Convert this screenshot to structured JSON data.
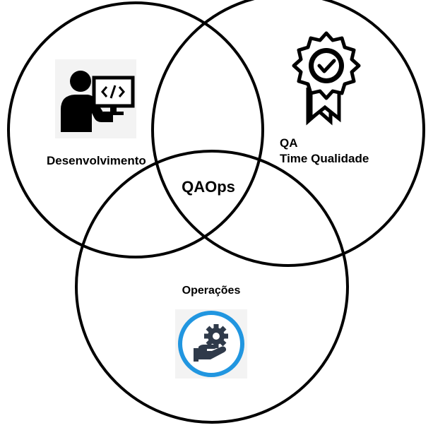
{
  "diagram": {
    "circles": {
      "dev": {
        "label": "Desenvolvimento",
        "icon": "developer-at-computer-icon"
      },
      "qa": {
        "label_line1": "QA",
        "label_line2": "Time Qualidade",
        "icon": "quality-award-badge-icon"
      },
      "ops": {
        "label": "Operações",
        "icon": "hand-gear-icon"
      }
    },
    "center_label": "QAOps",
    "colors": {
      "stroke": "#000000",
      "icon_dark": "#000000",
      "ops_ring": "#2196e0",
      "ops_icon": "#2f3a4a",
      "background": "#ffffff"
    }
  }
}
